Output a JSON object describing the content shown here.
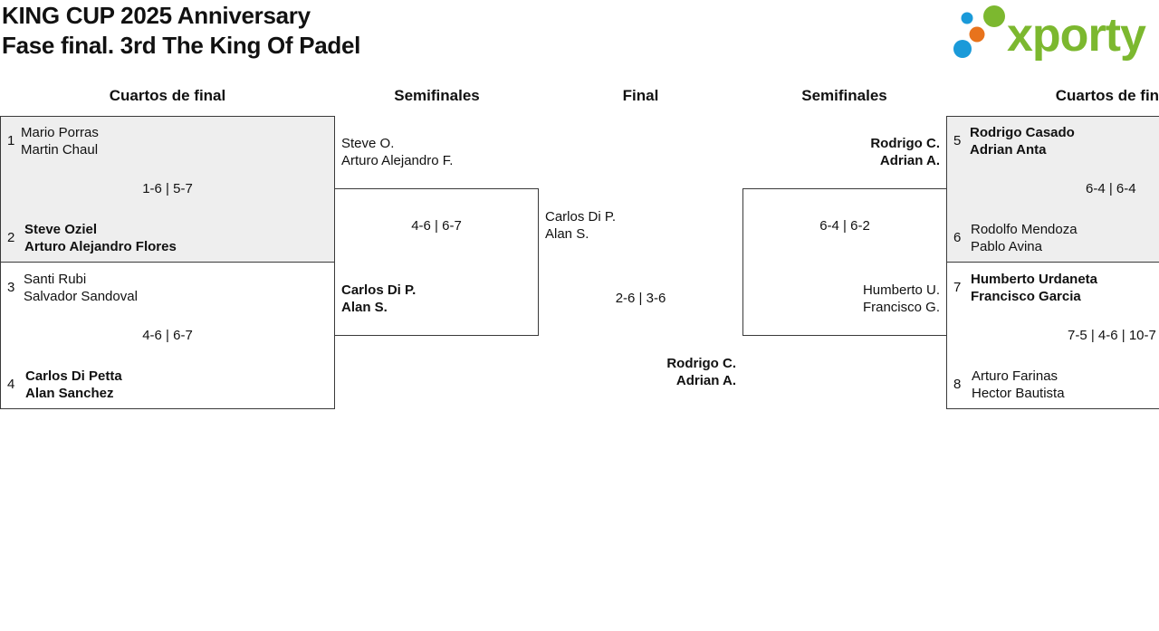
{
  "header": {
    "title_line1": "KING CUP 2025 Anniversary",
    "title_line2": "Fase final. 3rd The King Of Padel",
    "logo_text": "xporty",
    "logo_colors": {
      "blue": "#1a9ad9",
      "orange": "#e8731c",
      "green": "#7cb82f"
    }
  },
  "rounds": {
    "qf_left": "Cuartos de final",
    "sf_left": "Semifinales",
    "final": "Final",
    "sf_right": "Semifinales",
    "qf_right": "Cuartos de final"
  },
  "qf_left": [
    {
      "seed_a": "1",
      "a1": "Mario Porras",
      "a2": "Martin Chaul",
      "score": "1-6 | 5-7",
      "seed_b": "2",
      "b1": "Steve Oziel",
      "b2": "Arturo Alejandro Flores"
    },
    {
      "seed_a": "3",
      "a1": "Santi Rubi",
      "a2": "Salvador Sandoval",
      "score": "4-6 | 6-7",
      "seed_b": "4",
      "b1": "Carlos Di Petta",
      "b2": "Alan Sanchez"
    }
  ],
  "sf_left": {
    "a1": "Steve O.",
    "a2": "Arturo Alejandro F.",
    "score": "4-6 | 6-7",
    "b1": "Carlos Di P.",
    "b2": "Alan S."
  },
  "final": {
    "a1": "Carlos Di P.",
    "a2": "Alan S.",
    "score": "2-6 | 3-6",
    "b1": "Rodrigo C.",
    "b2": "Adrian A."
  },
  "sf_right": {
    "a1": "Rodrigo C.",
    "a2": "Adrian A.",
    "score": "6-4 | 6-2",
    "b1": "Humberto U.",
    "b2": "Francisco G."
  },
  "qf_right": [
    {
      "seed_a": "5",
      "a1": "Rodrigo Casado",
      "a2": "Adrian Anta",
      "score": "6-4 | 6-4",
      "seed_b": "6",
      "b1": "Rodolfo Mendoza",
      "b2": "Pablo Avina"
    },
    {
      "seed_a": "7",
      "a1": "Humberto Urdaneta",
      "a2": "Francisco Garcia",
      "score": "7-5 | 4-6 | 10-7",
      "seed_b": "8",
      "b1": "Arturo Farinas",
      "b2": "Hector Bautista"
    }
  ]
}
